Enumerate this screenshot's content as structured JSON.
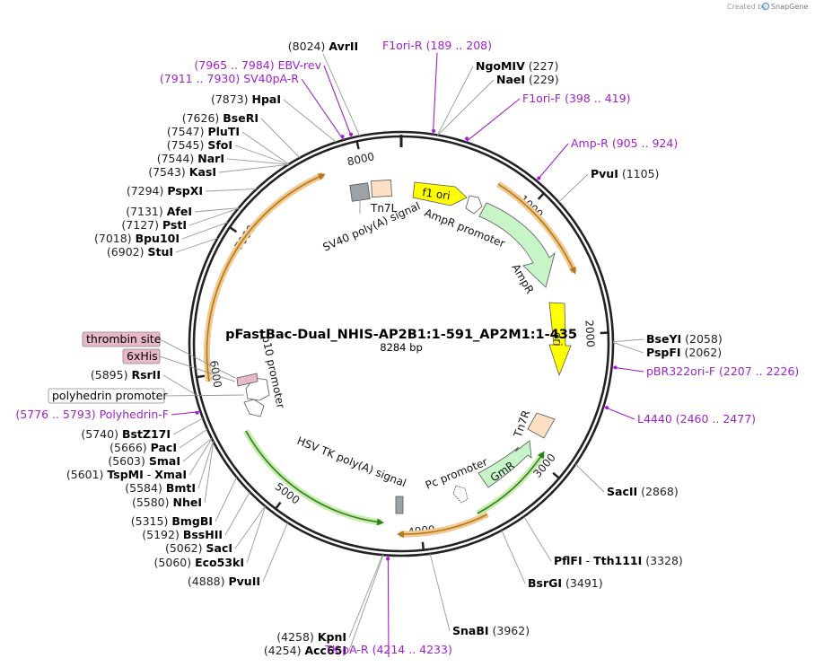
{
  "credit": {
    "prefix": "Created by",
    "brand": "SnapGene"
  },
  "plasmid": {
    "name": "pFastBac-Dual_NHIS-AP2B1:1-591_AP2M1:1-435",
    "length": "8284 bp"
  },
  "ticks": [
    "1000",
    "2000",
    "3000",
    "4000",
    "5000",
    "6000",
    "7000",
    "8000"
  ],
  "sites": [
    {
      "pos": "(8024)",
      "name": "AvrII"
    },
    {
      "pos": "(227)",
      "name": "NgoMIV"
    },
    {
      "pos": "(229)",
      "name": "NaeI"
    },
    {
      "pos": "(1105)",
      "name": "PvuI"
    },
    {
      "pos": "(2058)",
      "name": "BseYI"
    },
    {
      "pos": "(2062)",
      "name": "PspFI"
    },
    {
      "pos": "(2868)",
      "name": "SacII"
    },
    {
      "pos": "(3328)",
      "name": "PflFI",
      "name2": "Tth111I"
    },
    {
      "pos": "(3491)",
      "name": "BsrGI"
    },
    {
      "pos": "(3962)",
      "name": "SnaBI"
    },
    {
      "pos": "(4258)",
      "name": "KpnI"
    },
    {
      "pos": "(4254)",
      "name": "Acc65I"
    },
    {
      "pos": "(4888)",
      "name": "PvuII"
    },
    {
      "pos": "(5060)",
      "name": "Eco53kI"
    },
    {
      "pos": "(5062)",
      "name": "SacI"
    },
    {
      "pos": "(5192)",
      "name": "BssHII"
    },
    {
      "pos": "(5315)",
      "name": "BmgBI"
    },
    {
      "pos": "(5580)",
      "name": "NheI"
    },
    {
      "pos": "(5584)",
      "name": "BmtI"
    },
    {
      "pos": "(5601)",
      "name": "TspMI",
      "name2": "XmaI"
    },
    {
      "pos": "(5603)",
      "name": "SmaI"
    },
    {
      "pos": "(5666)",
      "name": "PacI"
    },
    {
      "pos": "(5740)",
      "name": "BstZ17I"
    },
    {
      "pos": "(5895)",
      "name": "RsrII"
    },
    {
      "pos": "(6902)",
      "name": "StuI"
    },
    {
      "pos": "(7018)",
      "name": "Bpu10I"
    },
    {
      "pos": "(7127)",
      "name": "PstI"
    },
    {
      "pos": "(7131)",
      "name": "AfeI"
    },
    {
      "pos": "(7294)",
      "name": "PspXI"
    },
    {
      "pos": "(7543)",
      "name": "KasI"
    },
    {
      "pos": "(7544)",
      "name": "NarI"
    },
    {
      "pos": "(7545)",
      "name": "SfoI"
    },
    {
      "pos": "(7547)",
      "name": "PluTI"
    },
    {
      "pos": "(7626)",
      "name": "BseRI"
    },
    {
      "pos": "(7873)",
      "name": "HpaI"
    }
  ],
  "primers": [
    {
      "name": "F1ori-R",
      "range": "(189 .. 208)"
    },
    {
      "name": "F1ori-F",
      "range": "(398 .. 419)"
    },
    {
      "name": "Amp-R",
      "range": "(905 .. 924)"
    },
    {
      "name": "pBR322ori-F",
      "range": "(2207 .. 2226)"
    },
    {
      "name": "L4440",
      "range": "(2460 .. 2477)"
    },
    {
      "name": "TK-pA-R",
      "range": "(4214 .. 4233)"
    },
    {
      "name": "Polyhedrin-F",
      "range": "(5776 .. 5793)"
    },
    {
      "name": "EBV-rev",
      "range": "(7965 .. 7984)"
    },
    {
      "name": "SV40pA-R",
      "range": "(7911 .. 7930)"
    }
  ],
  "features": {
    "f1_ori": "f1 ori",
    "ampr_promoter": "AmpR promoter",
    "ampr": "AmpR",
    "ori": "ori",
    "tn7r": "Tn7R",
    "gmr": "GmR",
    "pc_promoter": "Pc promoter",
    "hsv_tk": "HSV TK poly(A) signal",
    "p10": "p10 promoter",
    "sv40": "SV40 poly(A) signal",
    "tn7l": "Tn7L"
  },
  "boxed": {
    "thrombin": "thrombin site",
    "his": "6xHis",
    "polyhedrin": "polyhedrin promoter"
  },
  "colors": {
    "primer": "#a020d0",
    "ori": "#ffff00",
    "resistance": "#c8f5c8",
    "terminator": "#9ca3a8",
    "tn7": "#fde0c4",
    "orf_arc": "#e8a84a",
    "cds_arc": "#3a9a22",
    "tag": "#e8b8c8"
  }
}
